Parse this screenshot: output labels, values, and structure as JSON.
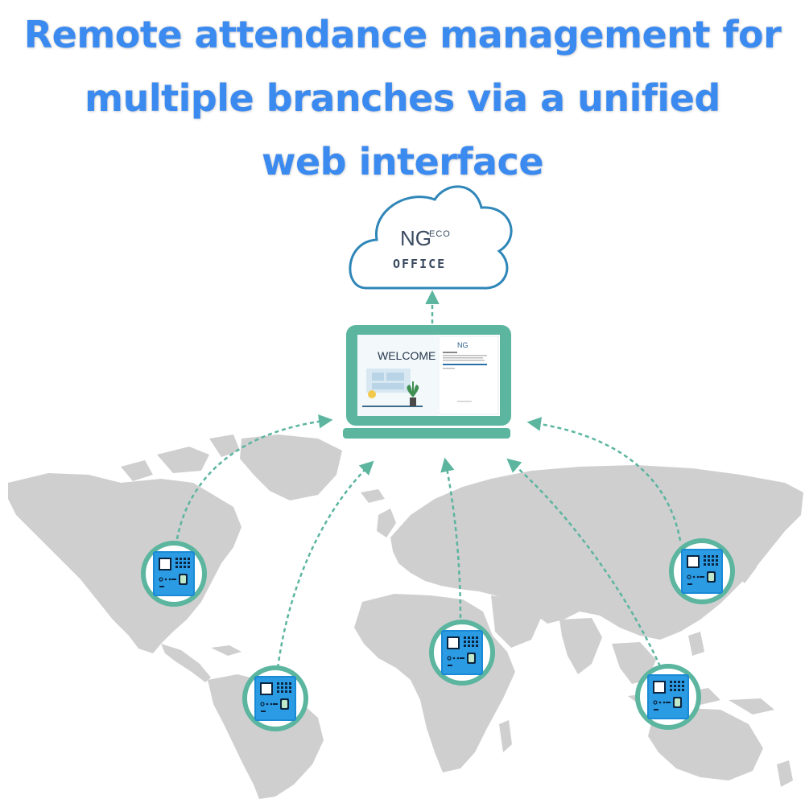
{
  "headline": {
    "lines": [
      "Remote attendance management for",
      "multiple branches via a unified",
      "web interface"
    ]
  },
  "cloud": {
    "brand": "NG",
    "brand_suffix": "ECO",
    "product": "OFFICE"
  },
  "laptop": {
    "welcome_text": "WELCOME",
    "screen_logo": "NG"
  },
  "devices": [
    {
      "location": "north-america",
      "icon": "fingerprint-terminal-icon"
    },
    {
      "location": "south-america",
      "icon": "fingerprint-terminal-icon"
    },
    {
      "location": "africa",
      "icon": "fingerprint-terminal-icon"
    },
    {
      "location": "east-asia",
      "icon": "fingerprint-terminal-icon"
    },
    {
      "location": "oceania",
      "icon": "fingerprint-terminal-icon"
    }
  ],
  "colors": {
    "headline": "#3b8af0",
    "accent_teal": "#5bb59f",
    "device_blue": "#1a8ad6",
    "map_gray": "#cfcfcf",
    "cloud_stroke": "#2f86b8"
  }
}
